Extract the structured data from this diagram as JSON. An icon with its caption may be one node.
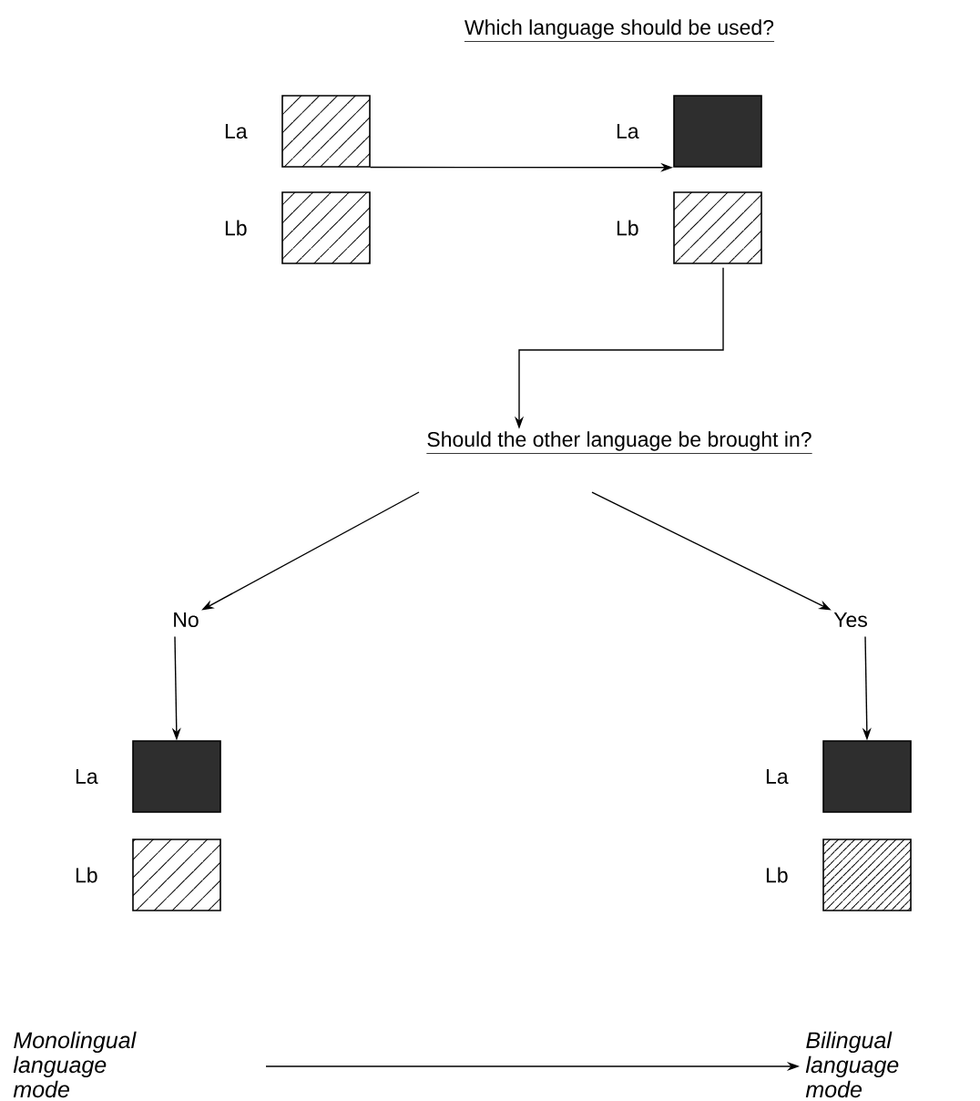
{
  "diagram": {
    "title": "Which language should be used?",
    "nodes": [
      {
        "text": [],
        "shape": "box",
        "beside": [
          "La"
        ]
      },
      {
        "text": [],
        "shape": "box",
        "beside": [
          "Lb"
        ]
      },
      {
        "text": [],
        "shape": "box",
        "beside": [
          "La"
        ]
      },
      {
        "text": [],
        "shape": "box",
        "beside": [
          "Lb"
        ]
      },
      {
        "text": [
          "Should the other language be brought in?"
        ]
      },
      {
        "text": [
          "No"
        ]
      },
      {
        "text": [
          "Yes"
        ]
      },
      {
        "text": [],
        "shape": "box",
        "beside": [
          "La"
        ]
      },
      {
        "text": [],
        "shape": "box",
        "beside": [
          "Lb"
        ]
      },
      {
        "text": [],
        "shape": "box",
        "beside": [
          "La"
        ]
      },
      {
        "text": [],
        "shape": "box",
        "beside": [
          "Lb"
        ]
      },
      {
        "text": [
          "Monolingual language mode"
        ]
      },
      {
        "text": [
          "Bilingual language mode"
        ]
      }
    ],
    "edges": [
      {
        "from": 0,
        "to": 2,
        "arrow": "to"
      },
      {
        "from": 3,
        "to": 4,
        "arrow": "to"
      },
      {
        "from": 4,
        "to": 5,
        "arrow": "to"
      },
      {
        "from": 4,
        "to": 6,
        "arrow": "to"
      },
      {
        "from": 5,
        "to": 7,
        "arrow": "to"
      },
      {
        "from": 6,
        "to": 9,
        "arrow": "to"
      },
      {
        "from": 11,
        "to": 12,
        "arrow": "to"
      }
    ]
  }
}
